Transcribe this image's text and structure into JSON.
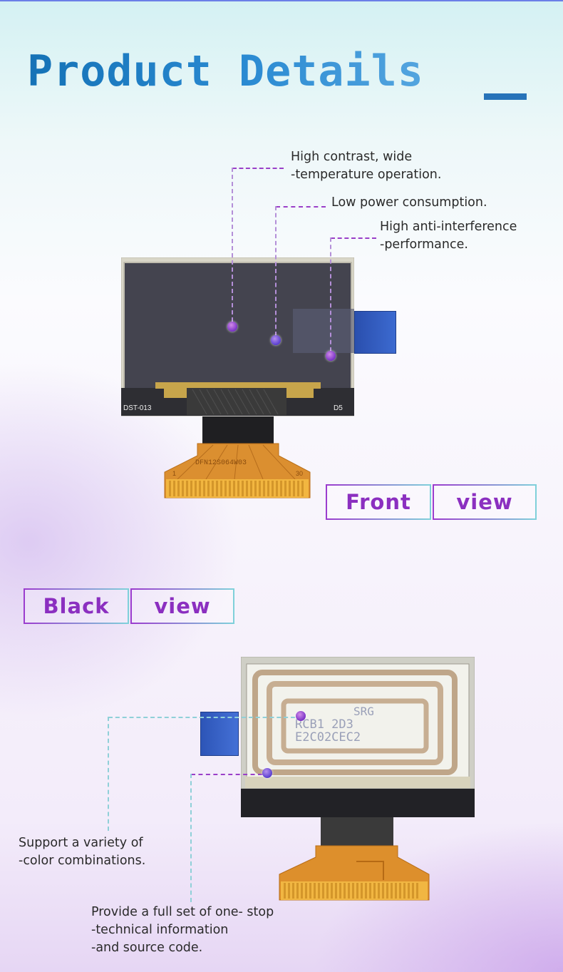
{
  "page": {
    "title": "Product Details"
  },
  "front": {
    "features": [
      {
        "lines": [
          "High contrast, wide",
          "-temperature operation."
        ]
      },
      {
        "lines": [
          "Low power consumption."
        ]
      },
      {
        "lines": [
          "High anti-interference",
          "-performance."
        ]
      }
    ],
    "module": {
      "left_label": "DST-013",
      "right_label": "D5",
      "fpc_code": "DFN12S064W03",
      "pin_start": "1",
      "pin_end": "30"
    },
    "tag": {
      "word1": "Front",
      "word2": "view"
    }
  },
  "back": {
    "tag": {
      "word1": "Black",
      "word2": "view"
    },
    "features": [
      {
        "lines": [
          "Support a variety of",
          "-color combinations."
        ]
      },
      {
        "lines": [
          "Provide a full set of one- stop",
          "-technical information",
          "-and source code."
        ]
      }
    ],
    "module": {
      "label_line1": "SRG",
      "label_line2": "RCB1 2D3",
      "label_line3": "E2C02CEC2"
    }
  },
  "colors": {
    "title_blue": "#1f7cc4",
    "accent_purple": "#8b2fc0",
    "panel_dark": "#3e3e4e",
    "fpc_orange": "#e0922e"
  }
}
